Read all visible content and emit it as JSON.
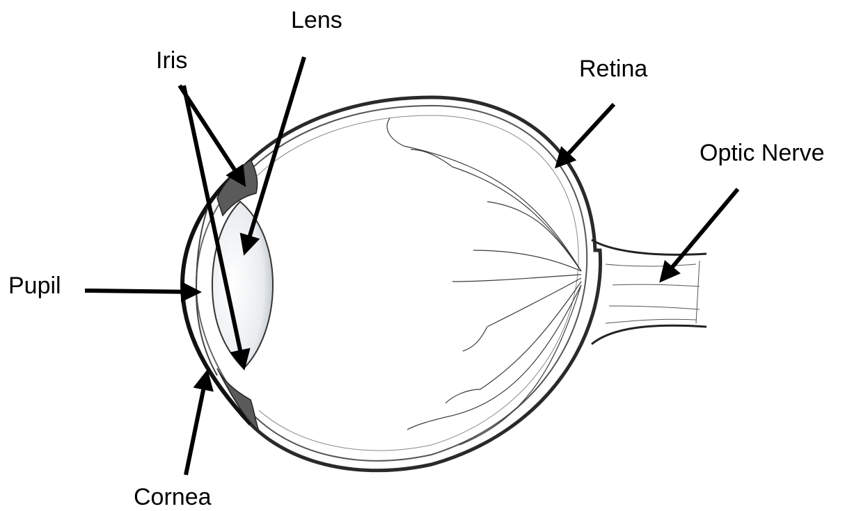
{
  "labels": {
    "lens": "Lens",
    "iris": "Iris",
    "retina": "Retina",
    "optic_nerve": "Optic Nerve",
    "pupil": "Pupil",
    "cornea": "Cornea"
  },
  "colors": {
    "ink": "#000000",
    "shade": "#5a5a5a",
    "background": "#ffffff"
  }
}
